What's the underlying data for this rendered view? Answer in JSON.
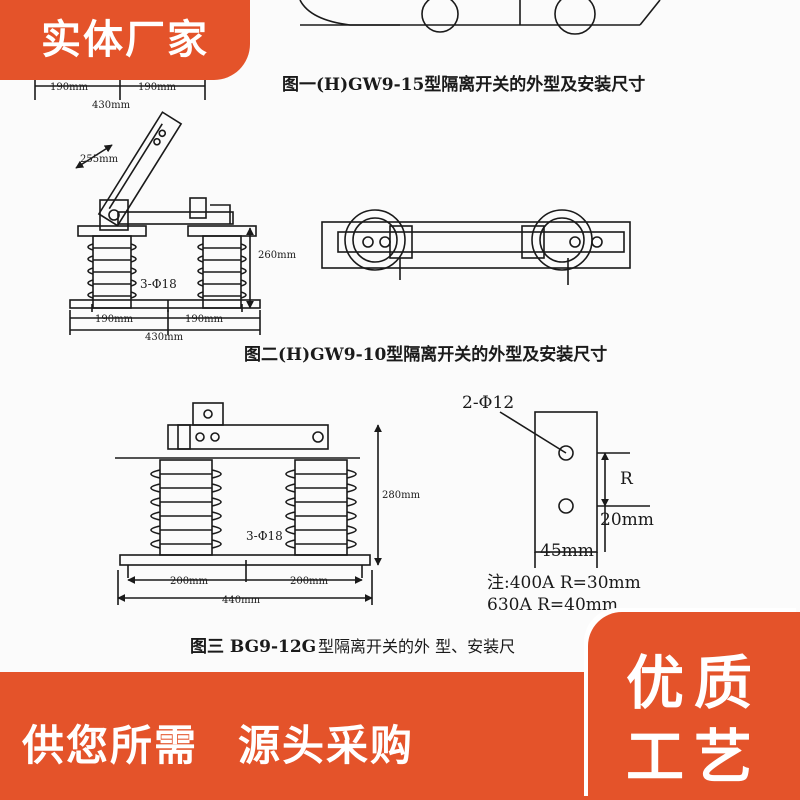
{
  "badges": {
    "top_left": "实体厂家",
    "bottom_right_line1": "优质",
    "bottom_right_line2": "工艺"
  },
  "banner": {
    "left": "供您所需",
    "right": "源头采购"
  },
  "figure1": {
    "caption": "图一(H)GW9-15型隔离开关的外型及安装尺寸",
    "dim_190a": "190mm",
    "dim_190b": "190mm",
    "dim_430": "430mm"
  },
  "figure2": {
    "caption": "图二(H)GW9-10型隔离开关的外型及安装尺寸",
    "dim_255": "255mm",
    "dim_260": "260mm",
    "hole_label": "3-Φ18",
    "dim_190a": "190mm",
    "dim_190b": "190mm",
    "dim_430": "430mm"
  },
  "figure3": {
    "caption_bold": "图三 BG9-12G",
    "caption_rest": "型隔离开关的外 型、安装尺",
    "dim_280": "280mm",
    "hole_label": "3-Φ18",
    "dim_200a": "200mm",
    "dim_200b": "200mm",
    "dim_440": "440mm"
  },
  "detail": {
    "hole_label": "2-Φ12",
    "r_label": "R",
    "dim_20": "20mm",
    "dim_45": "45mm",
    "note_line1": "注:400A R=30mm",
    "note_line2": "630A R=40mm"
  },
  "colors": {
    "accent": "#e4532a",
    "ink": "#1a1a1a",
    "paper": "#fbfbfb"
  }
}
